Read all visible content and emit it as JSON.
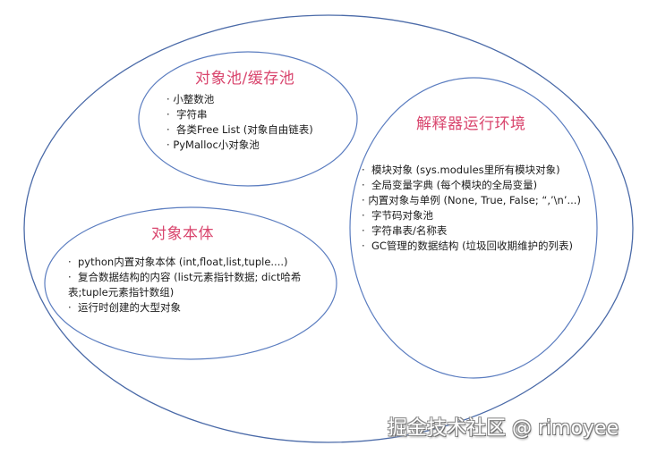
{
  "colors": {
    "ellipse_stroke": "#4a6aa8",
    "title": "#d9466e",
    "text": "#1a1a1a"
  },
  "bullet": "·",
  "groups": {
    "cache_pool": {
      "title": "对象池/缓存池",
      "items": [
        "小整数池",
        "字符串",
        "各类Free List (对象自由链表)",
        "PyMalloc小对象池"
      ]
    },
    "interpreter_env": {
      "title": "解释器运行环境",
      "items": [
        "模块对象 (sys.modules里所有模块对象)",
        "全局变量字典 (每个模块的全局变量)",
        "内置对象与单例 (None, True, False; “,’\\n’...)",
        "字节码对象池",
        "字符串表/名称表",
        "GC管理的数据结构 (垃圾回收期维护的列表)"
      ]
    },
    "object_body": {
      "title": "对象本体",
      "items": [
        "python内置对象本体 (int,float,list,tuple....)",
        "复合数据结构的内容 (list元素指针数据; dict哈希表;tuple元素指针数组)",
        "运行时创建的大型对象"
      ]
    }
  },
  "watermark": "掘金技术社区 @ rimoyee"
}
